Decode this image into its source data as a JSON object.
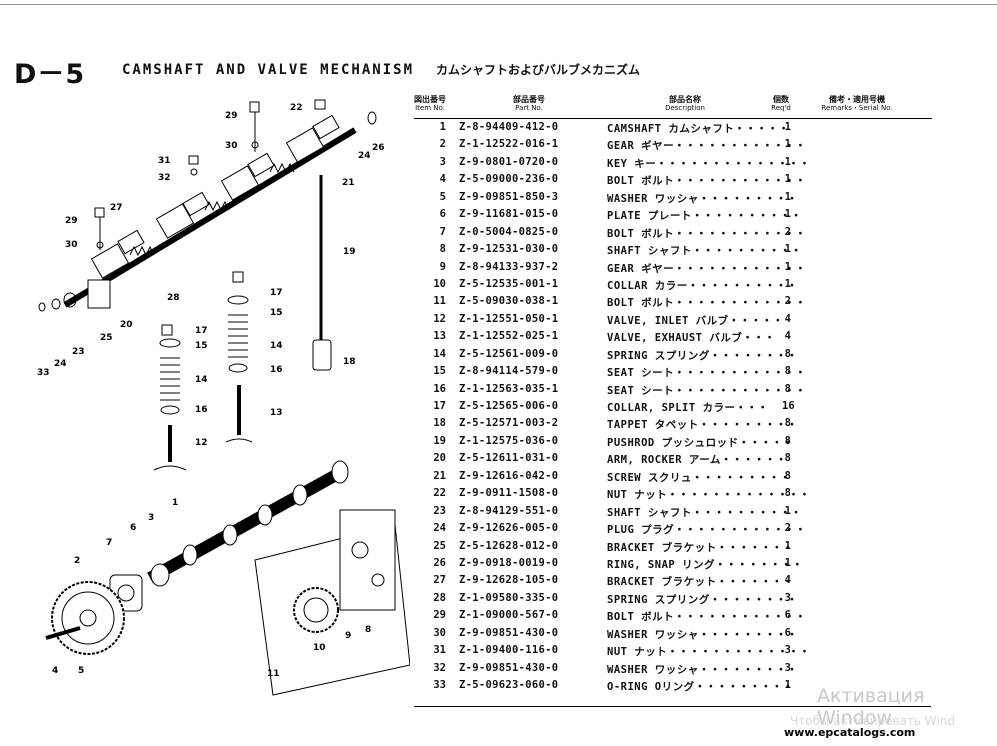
{
  "page": {
    "code": "D－5",
    "title": "CAMSHAFT AND VALVE MECHANISM",
    "title_jp": "カムシャフトおよびバルブメカニズム"
  },
  "table_header": {
    "item_jp": "図出番号",
    "item_en": "Item No.",
    "part_jp": "部品番号",
    "part_en": "Part No.",
    "desc_jp": "部品名称",
    "desc_en": "Description",
    "qty_jp": "個数",
    "qty_en": "Req'd",
    "remarks_jp": "備考・適用号機",
    "remarks_en": "Remarks・Serial No."
  },
  "parts": [
    {
      "no": "1",
      "part": "Z-8-94409-412-0",
      "desc": "CAMSHAFT カムシャフト・・・・・",
      "qty": "1"
    },
    {
      "no": "2",
      "part": "Z-1-12522-016-1",
      "desc": "GEAR ギヤー・・・・・・・・・・・・",
      "qty": "1"
    },
    {
      "no": "3",
      "part": "Z-9-0801-0720-0",
      "desc": "KEY キー・・・・・・・・・・・・・・",
      "qty": "1"
    },
    {
      "no": "4",
      "part": "Z-5-09000-236-0",
      "desc": "BOLT ボルト・・・・・・・・・・・・",
      "qty": "1"
    },
    {
      "no": "5",
      "part": "Z-9-09851-850-3",
      "desc": "WASHER ワッシャ・・・・・・・・・",
      "qty": "1"
    },
    {
      "no": "6",
      "part": "Z-9-11681-015-0",
      "desc": "PLATE プレート・・・・・・・・・・",
      "qty": "1"
    },
    {
      "no": "7",
      "part": "Z-0-5004-0825-0",
      "desc": "BOLT ボルト・・・・・・・・・・・・",
      "qty": "2"
    },
    {
      "no": "8",
      "part": "Z-9-12531-030-0",
      "desc": "SHAFT シャフト・・・・・・・・・・",
      "qty": "1"
    },
    {
      "no": "9",
      "part": "Z-8-94133-937-2",
      "desc": "GEAR ギヤー・・・・・・・・・・・・",
      "qty": "1"
    },
    {
      "no": "10",
      "part": "Z-5-12535-001-1",
      "desc": "COLLAR カラー・・・・・・・・・・",
      "qty": "1"
    },
    {
      "no": "11",
      "part": "Z-5-09030-038-1",
      "desc": "BOLT ボルト・・・・・・・・・・・・",
      "qty": "2"
    },
    {
      "no": "12",
      "part": "Z-1-12551-050-1",
      "desc": "VALVE, INLET バルブ・・・・・",
      "qty": "4"
    },
    {
      "no": "13",
      "part": "Z-1-12552-025-1",
      "desc": "VALVE, EXHAUST バルブ・・・",
      "qty": "4"
    },
    {
      "no": "14",
      "part": "Z-5-12561-009-0",
      "desc": "SPRING スプリング・・・・・・・・",
      "qty": "8"
    },
    {
      "no": "15",
      "part": "Z-8-94114-579-0",
      "desc": "SEAT シート・・・・・・・・・・・・",
      "qty": "8"
    },
    {
      "no": "16",
      "part": "Z-1-12563-035-1",
      "desc": "SEAT シート・・・・・・・・・・・・",
      "qty": "8"
    },
    {
      "no": "17",
      "part": "Z-5-12565-006-0",
      "desc": "COLLAR, SPLIT カラー・・・",
      "qty": "16"
    },
    {
      "no": "18",
      "part": "Z-5-12571-003-2",
      "desc": "TAPPET タペット・・・・・・・・・",
      "qty": "8"
    },
    {
      "no": "19",
      "part": "Z-1-12575-036-0",
      "desc": "PUSHROD プッシュロッド・・・・・",
      "qty": "8"
    },
    {
      "no": "20",
      "part": "Z-5-12611-031-0",
      "desc": "ARM, ROCKER アーム・・・・・・",
      "qty": "8"
    },
    {
      "no": "21",
      "part": "Z-9-12616-042-0",
      "desc": "SCREW スクリュ・・・・・・・・・",
      "qty": "8"
    },
    {
      "no": "22",
      "part": "Z-9-0911-1508-0",
      "desc": "NUT ナット・・・・・・・・・・・・・",
      "qty": "8"
    },
    {
      "no": "23",
      "part": "Z-8-94129-551-0",
      "desc": "SHAFT シャフト・・・・・・・・・・",
      "qty": "1"
    },
    {
      "no": "24",
      "part": "Z-9-12626-005-0",
      "desc": "PLUG プラグ・・・・・・・・・・・・",
      "qty": "2"
    },
    {
      "no": "25",
      "part": "Z-5-12628-012-0",
      "desc": "BRACKET ブラケット・・・・・・・",
      "qty": "1"
    },
    {
      "no": "26",
      "part": "Z-9-0918-0019-0",
      "desc": "RING, SNAP リング・・・・・・・・",
      "qty": "1"
    },
    {
      "no": "27",
      "part": "Z-9-12628-105-0",
      "desc": "BRACKET ブラケット・・・・・・・",
      "qty": "4"
    },
    {
      "no": "28",
      "part": "Z-1-09580-335-0",
      "desc": "SPRING スプリング・・・・・・・・",
      "qty": "3"
    },
    {
      "no": "29",
      "part": "Z-1-09000-567-0",
      "desc": "BOLT ボルト・・・・・・・・・・・・",
      "qty": "6"
    },
    {
      "no": "30",
      "part": "Z-9-09851-430-0",
      "desc": "WASHER ワッシャ・・・・・・・・・",
      "qty": "6"
    },
    {
      "no": "31",
      "part": "Z-1-09400-116-0",
      "desc": "NUT ナット・・・・・・・・・・・・・",
      "qty": "3"
    },
    {
      "no": "32",
      "part": "Z-9-09851-430-0",
      "desc": "WASHER ワッシャ・・・・・・・・・",
      "qty": "3"
    },
    {
      "no": "33",
      "part": "Z-5-09623-060-0",
      "desc": "O-RING Oリング・・・・・・・・・",
      "qty": "1"
    }
  ],
  "callouts": [
    "29",
    "22",
    "30",
    "24",
    "26",
    "31",
    "32",
    "21",
    "27",
    "29",
    "30",
    "19",
    "28",
    "25",
    "20",
    "23",
    "24",
    "33",
    "17",
    "15",
    "14",
    "16",
    "18",
    "17",
    "15",
    "14",
    "16",
    "13",
    "12",
    "1",
    "3",
    "6",
    "7",
    "2",
    "4",
    "5",
    "8",
    "9",
    "10",
    "11"
  ],
  "watermark": {
    "line1": "Активация Window",
    "line2": "Чтобы активировать Wind",
    "site": "www.epcatalogs.com"
  }
}
